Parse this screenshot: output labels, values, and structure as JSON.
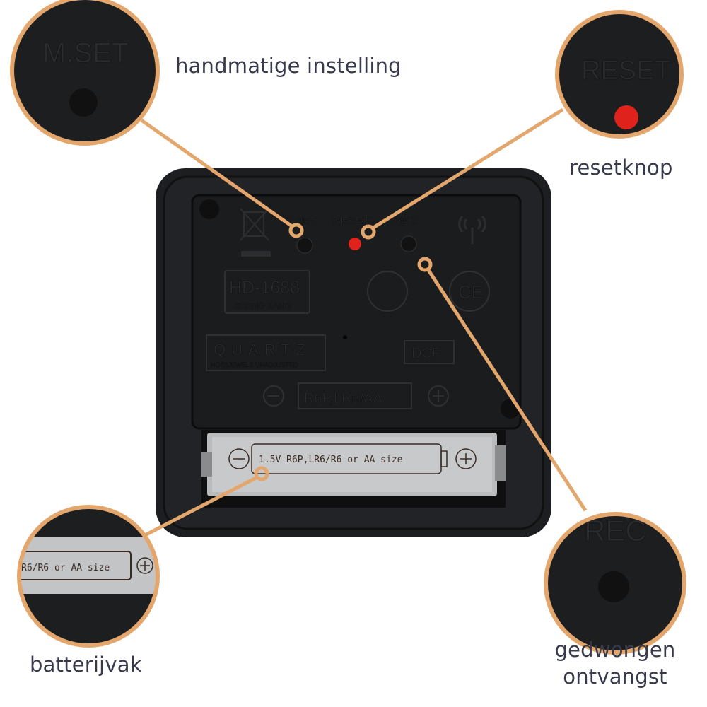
{
  "labels": {
    "mset": "handmatige instelling",
    "reset": "resetknop",
    "battery": "batterijvak",
    "rec_line1": "gedwongen",
    "rec_line2": "ontvangst"
  },
  "device": {
    "button_mset": "M.SET",
    "button_reset": "RESET",
    "button_rec": "REC",
    "model": "HD-1688",
    "brand": "SHENG BANG",
    "quartz": "QUARTZ",
    "quartz_sub": "NO(0)JEWELS UNADJUSTED",
    "dcf": "DCF",
    "battery_emboss": "R6P,LR6/AA",
    "battery_label": "1.5V R6P,LR6/R6 or AA size",
    "ce": "CE"
  },
  "zoom_insets": {
    "mset": "M.SET",
    "reset": "RESET",
    "rec": "REC",
    "battery": "R6/R6 or AA size"
  },
  "colors": {
    "accent": "#e3a66c",
    "text": "#383a4c",
    "device": "#1f2023",
    "reset_button": "#e0221c"
  }
}
